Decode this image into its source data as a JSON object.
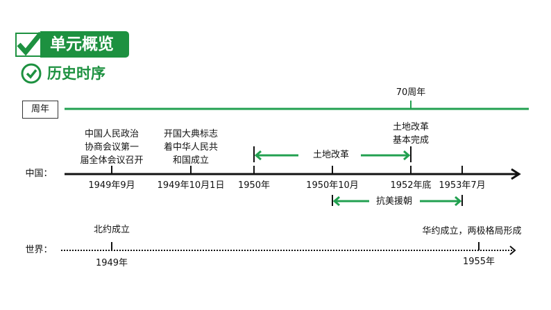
{
  "header": {
    "title": "单元概览",
    "subtitle": "历史时序"
  },
  "anniversary": {
    "label": "周年",
    "mark": "70周年"
  },
  "china": {
    "label": "中国：",
    "events": [
      {
        "date": "1949年9月",
        "text": [
          "中国人民政治",
          "协商会议第一",
          "届全体会议召开"
        ]
      },
      {
        "date": "1949年10月1日",
        "text": [
          "开国大典标志",
          "着中华人民共",
          "和国成立"
        ]
      },
      {
        "date": "1950年",
        "text": []
      },
      {
        "date": "1950年10月",
        "text": []
      },
      {
        "date": "1952年底",
        "text": [
          "土地改革",
          "基本完成"
        ]
      },
      {
        "date": "1953年7月",
        "text": []
      }
    ],
    "spans": [
      {
        "label": "土地改革"
      },
      {
        "label": "抗美援朝"
      }
    ]
  },
  "world": {
    "label": "世界：",
    "events": [
      {
        "date": "1949年",
        "text": "北约成立"
      },
      {
        "date": "1955年",
        "text": "华约成立，两极格局形成"
      }
    ]
  },
  "colors": {
    "green": "#1d9140",
    "accent": "#22a050"
  }
}
